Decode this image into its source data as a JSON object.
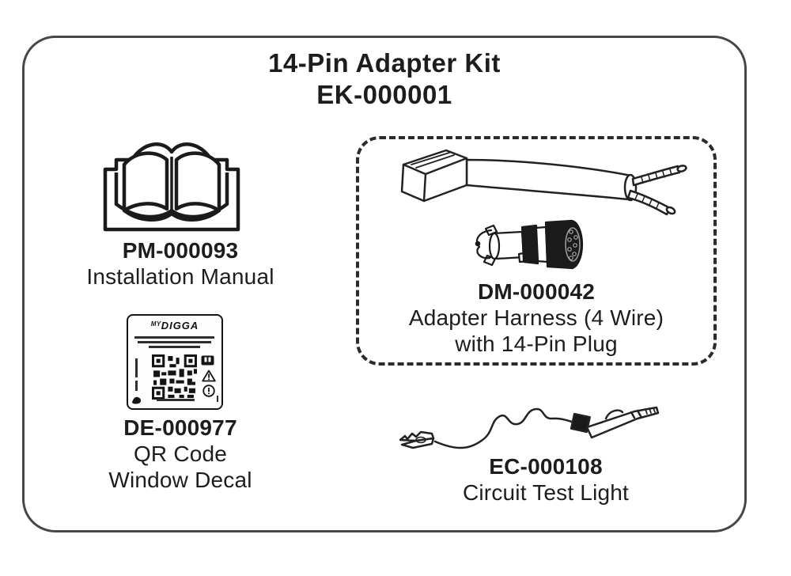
{
  "title": {
    "line1": "14-Pin Adapter Kit",
    "line2": "EK-000001"
  },
  "parts": {
    "manual": {
      "part_number": "PM-000093",
      "description": "Installation Manual"
    },
    "decal": {
      "part_number": "DE-000977",
      "description_line1": "QR Code",
      "description_line2": "Window Decal",
      "sticker": {
        "brand_prefix": "MY",
        "brand_name": "DIGGA"
      }
    },
    "harness": {
      "part_number": "DM-000042",
      "description_line1": "Adapter Harness (4 Wire)",
      "description_line2": "with 14-Pin Plug"
    },
    "test_light": {
      "part_number": "EC-000108",
      "description": "Circuit Test Light"
    }
  },
  "icons": {
    "manual_icon": "open-book",
    "decal_icons": [
      "qr-code",
      "scan-app",
      "warning-triangle",
      "alert-circle"
    ],
    "harness_icons": [
      "wire-harness-cable",
      "14-pin-round-plug"
    ],
    "test_light_icon": "test-light-probe-with-alligator-clip"
  },
  "colors": {
    "ink": "#1d1d1d",
    "frame_border": "#474747",
    "dashed_border": "#2b2b2b",
    "background": "#ffffff",
    "line_art": "#222222"
  }
}
